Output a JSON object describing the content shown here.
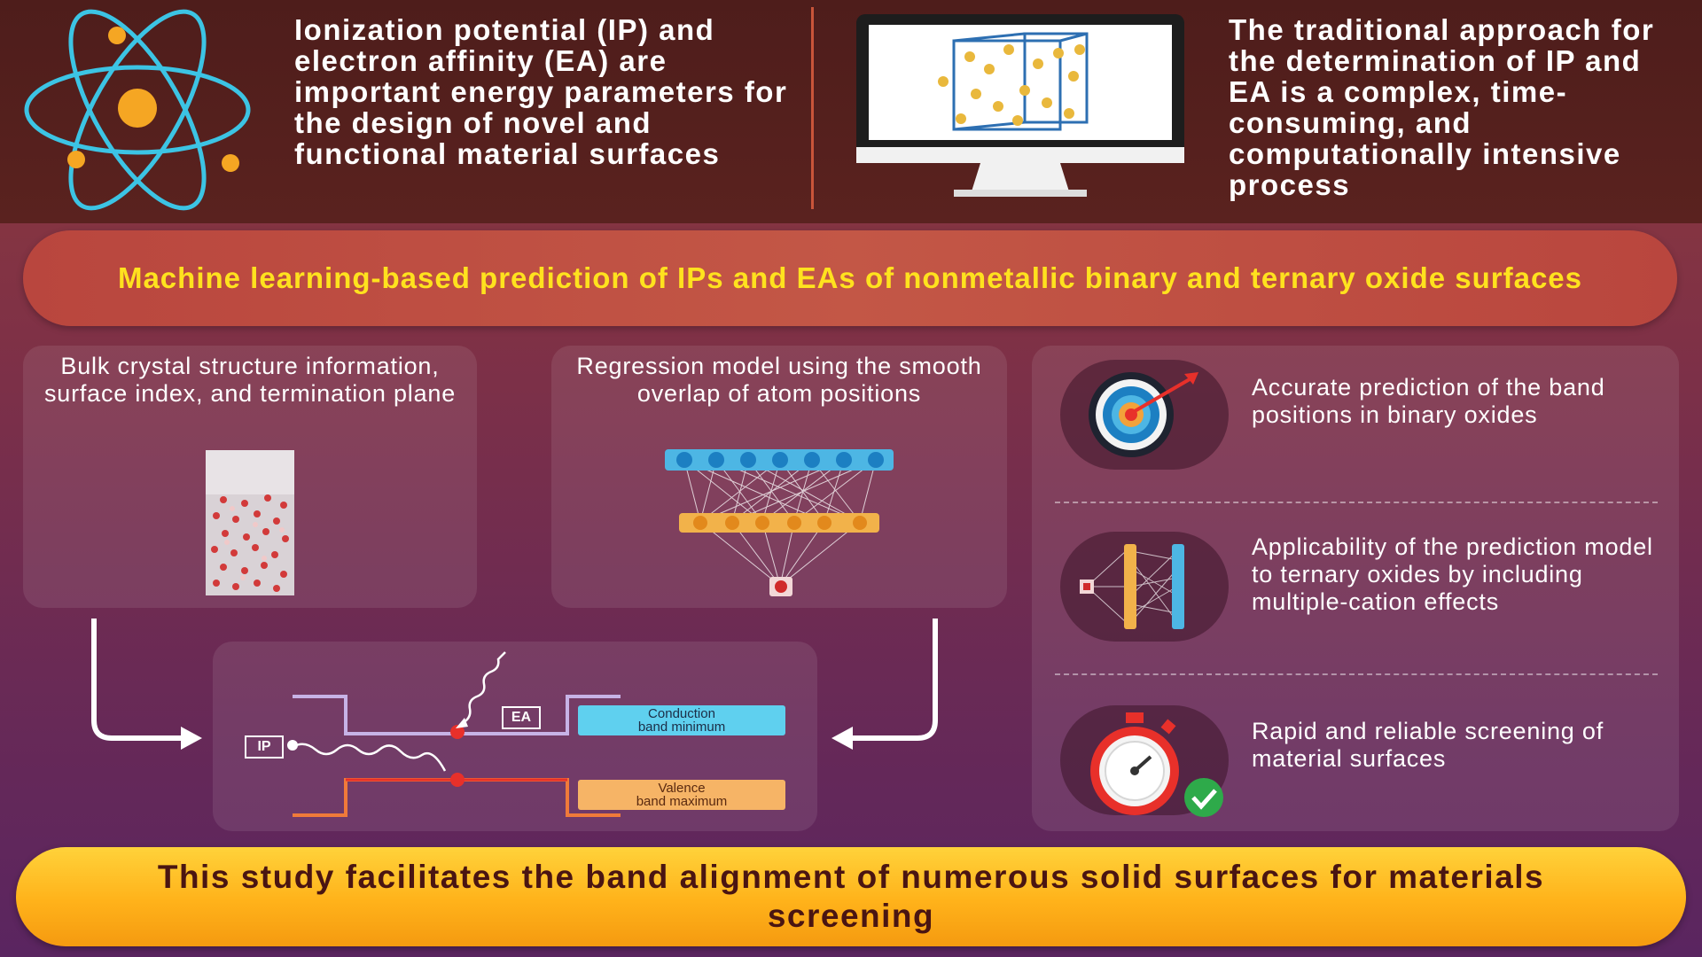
{
  "top": {
    "left_text": "Ionization potential (IP) and electron affinity (EA) are important energy parameters for the design of novel and functional material surfaces",
    "right_text": "The traditional approach for the determination of IP and EA is a complex, time-consuming, and computationally intensive process"
  },
  "headline": "Machine learning-based prediction of IPs and EAs of nonmetallic binary and ternary oxide surfaces",
  "input_panel": {
    "title": "Bulk crystal structure information, surface index, and termination plane"
  },
  "model_panel": {
    "title": "Regression model using the smooth overlap of atom positions"
  },
  "band_diagram": {
    "ip_label": "IP",
    "ea_label": "EA",
    "cbm_line1": "Conduction",
    "cbm_line2": "band minimum",
    "vbm_line1": "Valence",
    "vbm_line2": "band maximum"
  },
  "results": [
    {
      "text": "Accurate prediction of the band positions in binary oxides",
      "icon": "target-icon"
    },
    {
      "text": "Applicability of the prediction model to ternary oxides by including multiple-cation effects",
      "icon": "neural-network-icon"
    },
    {
      "text": "Rapid and reliable screening of material surfaces",
      "icon": "stopwatch-icon"
    }
  ],
  "conclusion": "This study facilitates the band alignment of numerous solid surfaces for materials screening",
  "colors": {
    "headline_text": "#ffe21e",
    "conduction_band": "#5fd0ef",
    "valence_band": "#f6b466",
    "atom_orbit": "#3cc4e4",
    "atom_nucleus": "#f5a623",
    "accent_red": "#e8302a"
  }
}
